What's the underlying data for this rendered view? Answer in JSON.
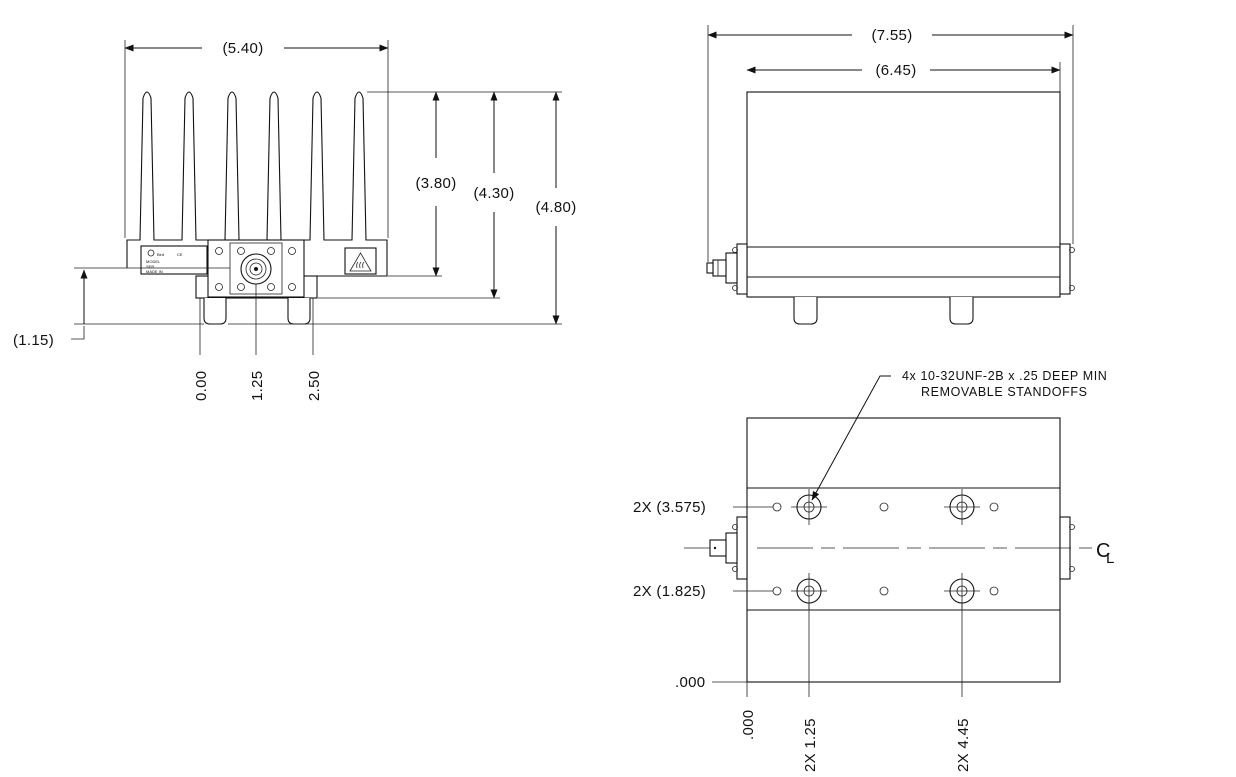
{
  "front_view": {
    "width_dim": "(5.40)",
    "fin_height_dim": "(3.80)",
    "body_height_dim": "(4.30)",
    "overall_height_dim": "(4.80)",
    "connector_height_dim": "(1.15)",
    "x_datum_0": "0.00",
    "x_datum_1": "1.25",
    "x_datum_2": "2.50"
  },
  "side_view": {
    "overall_length_dim": "(7.55)",
    "body_length_dim": "(6.45)"
  },
  "bottom_view": {
    "callout_line1": "4x 10-32UNF-2B x .25 DEEP MIN",
    "callout_line2": "REMOVABLE STANDOFFS",
    "upper_hole_dim": "2X (3.575)",
    "lower_hole_dim": "2X (1.825)",
    "y_datum": ".000",
    "x_datum_0": ".000",
    "x_datum_1": "2X 1.25",
    "x_datum_2": "2X 4.45",
    "centerline_symbol": "C",
    "centerline_sub": "L"
  },
  "label_plate": {
    "brand": "Bird",
    "line1": "MODEL",
    "line2": "SER",
    "line3": "MADE IN"
  },
  "colors": {
    "line": "#111111",
    "background": "#ffffff"
  }
}
